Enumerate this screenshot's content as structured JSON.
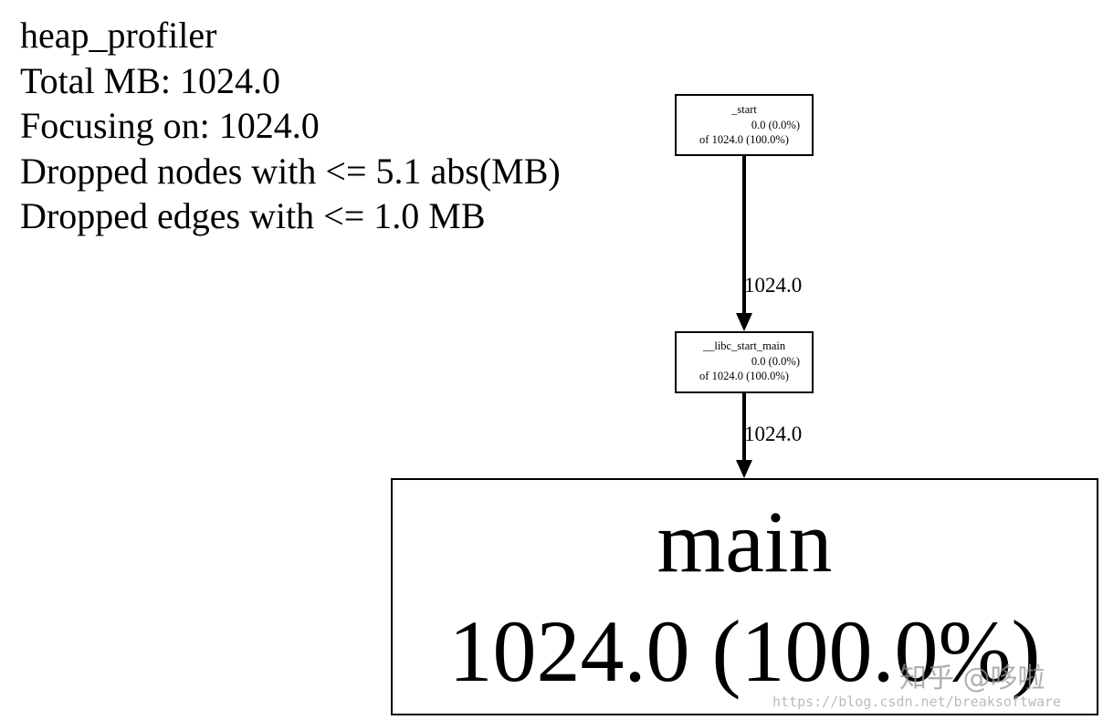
{
  "header": {
    "lines": [
      "heap_profiler",
      "Total MB: 1024.0",
      "Focusing on: 1024.0",
      "Dropped nodes with <= 5.1 abs(MB)",
      "Dropped edges with <= 1.0 MB"
    ]
  },
  "nodes": {
    "start": {
      "name": "_start",
      "self": "0.0 (0.0%)",
      "cumulative": "of 1024.0 (100.0%)"
    },
    "libc_start_main": {
      "name": "__libc_start_main",
      "self": "0.0 (0.0%)",
      "cumulative": "of 1024.0 (100.0%)"
    },
    "main": {
      "name": "main",
      "value": "1024.0 (100.0%)"
    }
  },
  "edges": [
    {
      "from": "_start",
      "to": "__libc_start_main",
      "label": "1024.0"
    },
    {
      "from": "__libc_start_main",
      "to": "main",
      "label": "1024.0"
    }
  ],
  "watermark": {
    "text": "知乎 @哆啦",
    "url": "https://blog.csdn.net/breaksoftware"
  }
}
